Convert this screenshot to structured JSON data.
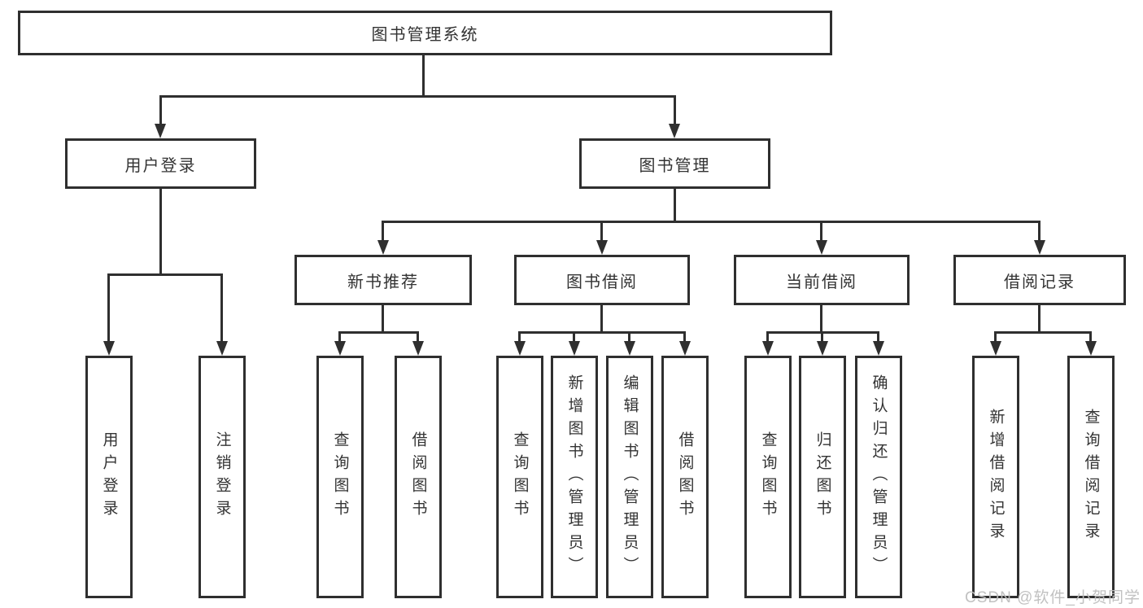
{
  "nodes": {
    "root": "图书管理系统",
    "user_login": "用户登录",
    "book_mgmt": "图书管理",
    "new_books": "新书推荐",
    "book_borrow": "图书借阅",
    "current_borrow": "当前借阅",
    "borrow_records": "借阅记录",
    "leaf_user_login": "用户登录",
    "leaf_logout": "注销登录",
    "leaf_nb_query": "查询图书",
    "leaf_nb_borrow": "借阅图书",
    "leaf_bb_query": "查询图书",
    "leaf_bb_add": "新增图书（管理员）",
    "leaf_bb_edit": "编辑图书（管理员）",
    "leaf_bb_borrow": "借阅图书",
    "leaf_cb_query": "查询图书",
    "leaf_cb_return": "归还图书",
    "leaf_cb_confirm": "确认归还（管理员）",
    "leaf_br_add": "新增借阅记录",
    "leaf_br_query": "查询借阅记录"
  },
  "watermark": "CSDN @软件_小贺同学",
  "colors": {
    "line": "#2f2f2f",
    "text": "#333333",
    "watermark": "#bebebe",
    "background": "#ffffff"
  }
}
